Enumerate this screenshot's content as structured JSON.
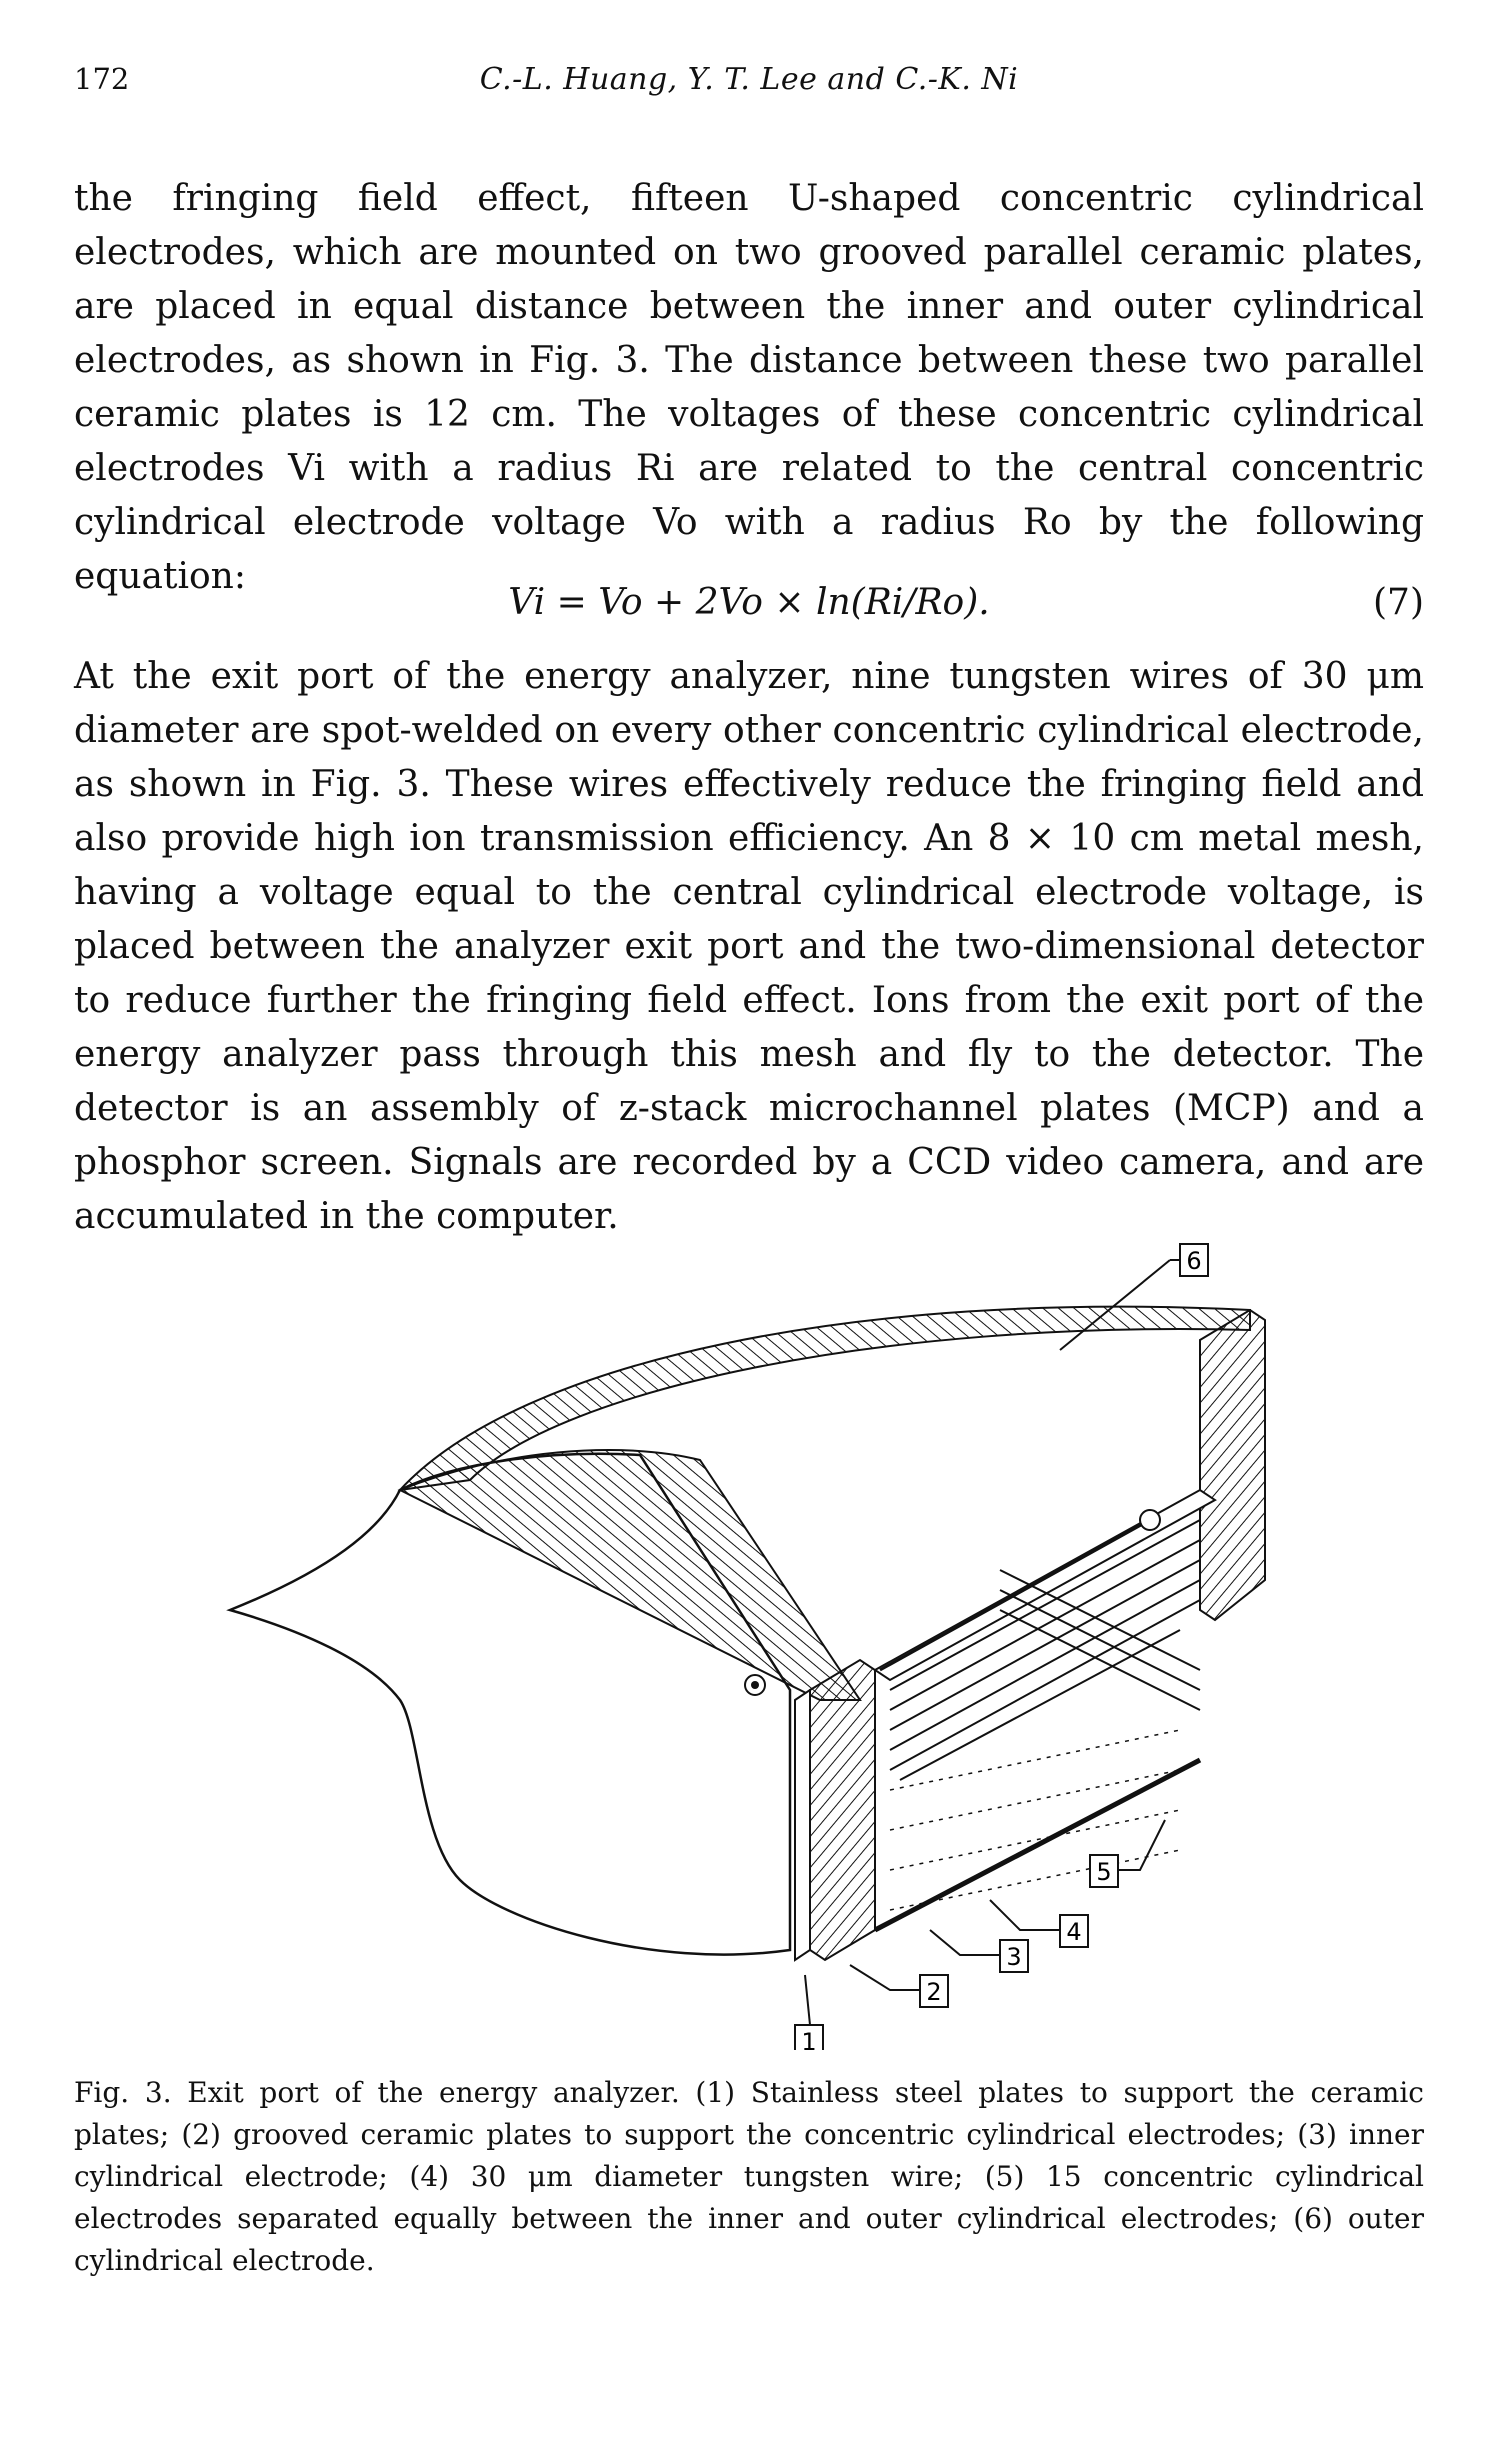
{
  "header": {
    "page_number": "172",
    "running_head": "C.-L. Huang, Y. T. Lee and C.-K. Ni"
  },
  "paragraphs": {
    "p1": "the fringing field effect, fifteen U-shaped concentric cylindrical electrodes, which are mounted on two grooved parallel ceramic plates, are placed in equal distance between the inner and outer cylindrical electrodes, as shown in Fig. 3. The distance between these two parallel ceramic plates is 12 cm. The voltages of these concentric cylindrical electrodes Vi with a radius Ri are related to the central concentric cylindrical electrode voltage Vo with a radius Ro by the following equation:",
    "p2": "At the exit port of the energy analyzer, nine tungsten wires of 30 μm diameter are spot-welded on every other concentric cylindrical electrode, as shown in Fig. 3. These wires effectively reduce the fringing field and also provide high ion transmission efficiency. An 8 × 10 cm metal mesh, having a voltage equal to the central cylindrical electrode voltage, is placed between the analyzer exit port and the two-dimensional detector to reduce further the fringing field effect. Ions from the exit port of the energy analyzer pass through this mesh and fly to the detector. The detector is an assembly of z-stack microchannel plates (MCP) and a phosphor screen. Signals are recorded by a CCD video camera, and are accumulated in the computer."
  },
  "equation": {
    "body": "Vi = Vo + 2Vo × ln(Ri/Ro).",
    "number": "(7)"
  },
  "figure": {
    "labels": [
      "1",
      "2",
      "3",
      "4",
      "5",
      "6"
    ]
  },
  "caption": "Fig. 3. Exit port of the energy analyzer. (1) Stainless steel plates to support the ceramic plates; (2) grooved ceramic plates to support the concentric cylindrical electrodes; (3) inner cylindrical electrode; (4) 30 μm diameter tungsten wire; (5) 15 concentric cylindrical electrodes separated equally between the inner and outer cylindrical electrodes; (6) outer cylindrical electrode."
}
